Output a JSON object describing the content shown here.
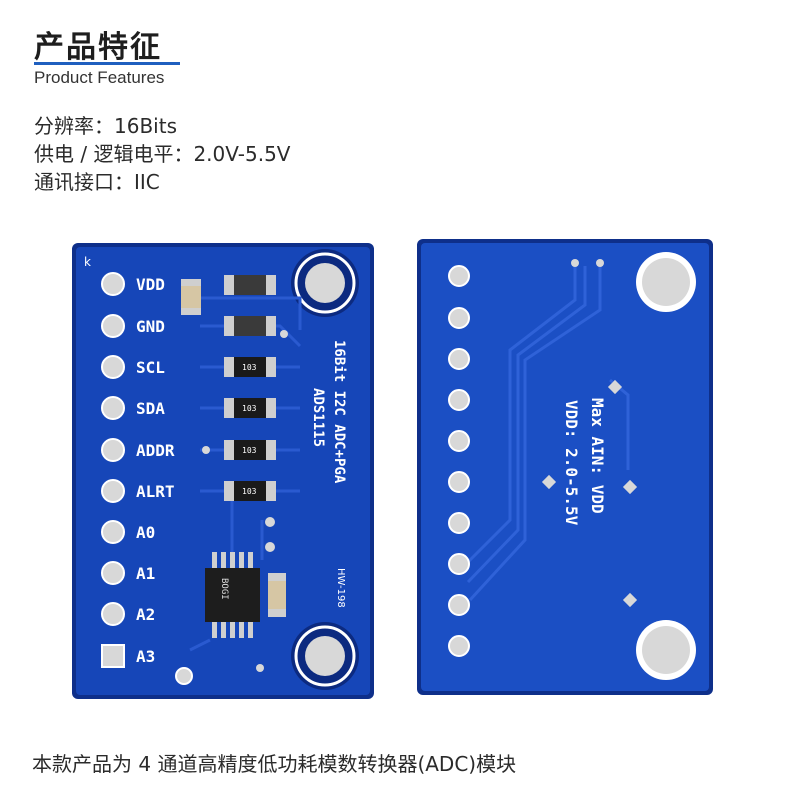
{
  "header": {
    "title": "产品特征",
    "subtitle": "Product Features"
  },
  "specs": [
    "分辨率：16Bits",
    "供电 / 逻辑电平：2.0V-5.5V",
    "通讯接口：IIC"
  ],
  "board_front": {
    "corner_mark": "k",
    "pins": [
      "VDD",
      "GND",
      "SCL",
      "SDA",
      "ADDR",
      "ALRT",
      "A0",
      "A1",
      "A2",
      "A3"
    ],
    "resistor_code": "103",
    "silkscreen_line1": "16Bit I2C ADC+PGA",
    "silkscreen_line2": "ADS1115",
    "model": "HW-198",
    "chip_marking": "BOGI"
  },
  "board_back": {
    "text_line1": "Max AIN: VDD",
    "text_line2": "VDD: 2.0-5.5V"
  },
  "colors": {
    "pcb_blue": "#1646b8",
    "pcb_edge": "#0e2f8a",
    "pad_silver": "#d8d8d8",
    "silk_white": "#ffffff",
    "accent_rule": "#1f5fbf"
  },
  "footer": {
    "caption": "本款产品为 4 通道高精度低功耗模数转换器(ADC)模块"
  }
}
